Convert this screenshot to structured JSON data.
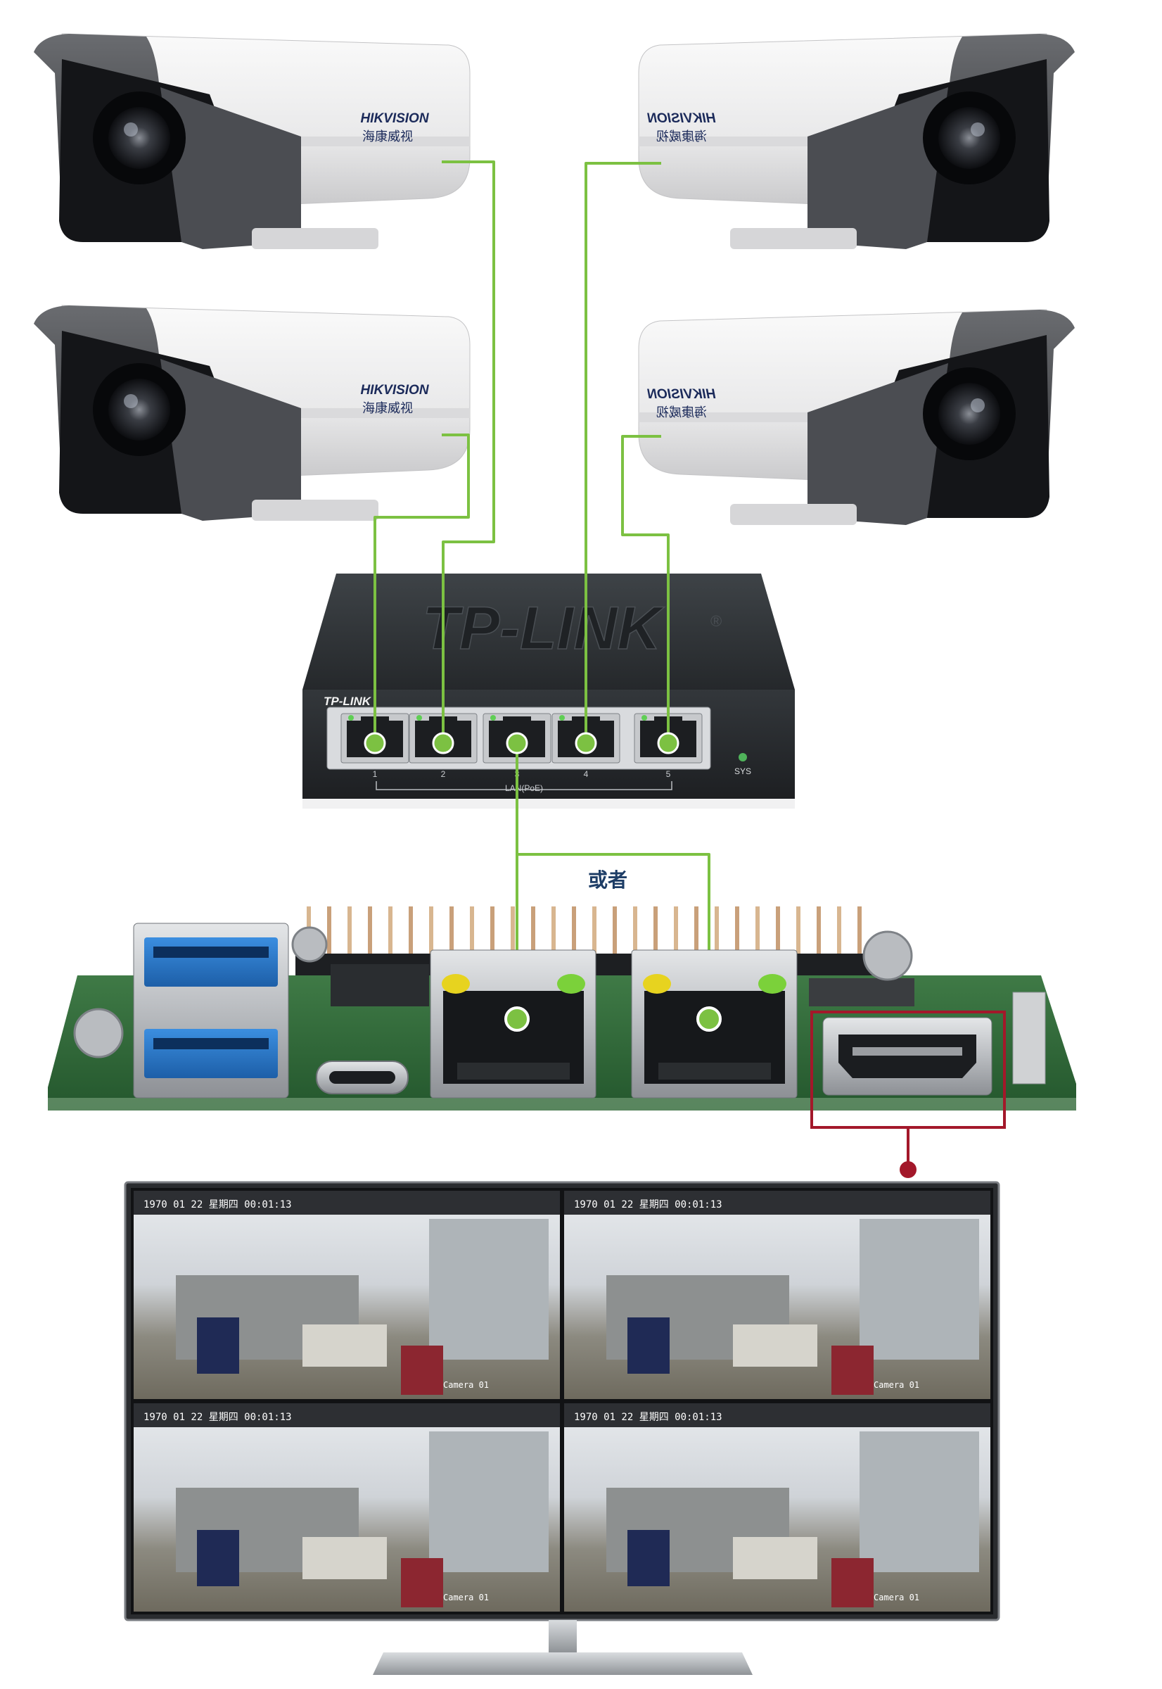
{
  "cameras": {
    "brand_en": "HIKVISION",
    "brand_cn": "海康威视"
  },
  "switch": {
    "brand": "TP-LINK",
    "brand_top": "TP-LINK",
    "registered": "®",
    "port_labels": [
      "1",
      "2",
      "3",
      "4",
      "5"
    ],
    "lan_label": "LAN(PoE)",
    "sys_label": "SYS"
  },
  "separator": {
    "or_text": "或者"
  },
  "monitor": {
    "osd_timestamp": "1970 01 22 星期四 00:01:13",
    "camera_label": "Camera 01"
  },
  "colors": {
    "cable": "#7cc142",
    "highlight": "#a3182a",
    "switch_body": "#2e3236",
    "board_green": "#2f6b3a"
  },
  "icons": {
    "camera": "bullet-camera-icon",
    "switch": "poe-switch-icon",
    "board": "single-board-computer-icon",
    "monitor": "monitor-icon"
  }
}
